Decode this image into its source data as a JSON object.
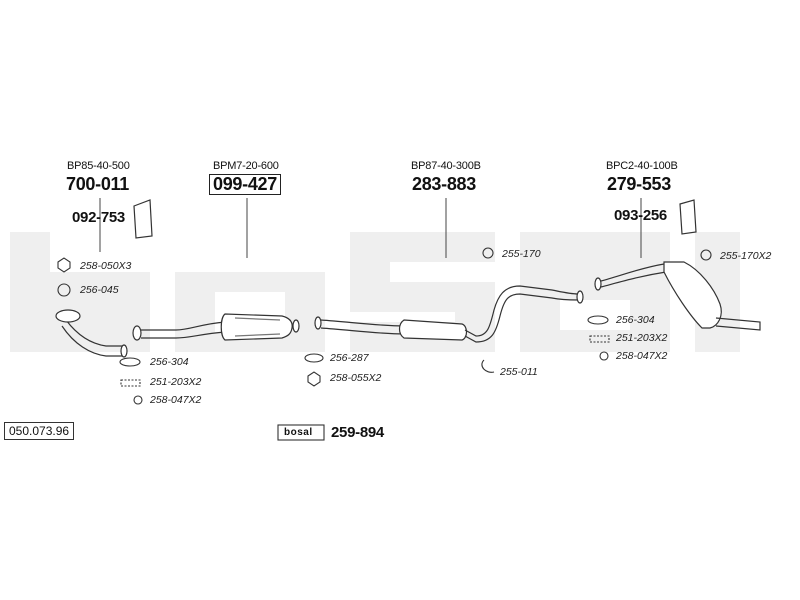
{
  "diagram": {
    "reference": "050.073.96",
    "watermark": "bosal",
    "groups": [
      {
        "code": "BP85-40-500",
        "part": "700-011",
        "extra": "092-753"
      },
      {
        "code": "BPM7-20-600",
        "part": "099-427"
      },
      {
        "code": "BP87-40-300B",
        "part": "283-883"
      },
      {
        "code": "BPC2-40-100B",
        "part": "279-553",
        "extra": "093-256"
      }
    ],
    "fittings": [
      "258-050X3",
      "256-045",
      "256-304",
      "251-203X2",
      "258-047X2",
      "256-287",
      "258-055X2",
      "255-170",
      "255-011",
      "255-170X2",
      "256-304",
      "251-203X2",
      "258-047X2"
    ],
    "kit": {
      "logo": "bosal",
      "part": "259-894"
    }
  }
}
